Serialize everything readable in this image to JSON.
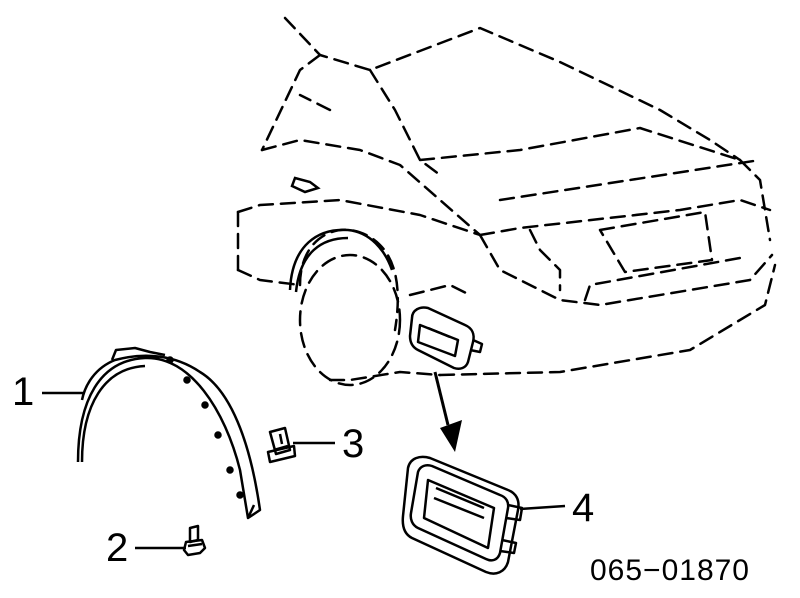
{
  "callouts": {
    "part1": "1",
    "part2": "2",
    "part3": "3",
    "part4": "4"
  },
  "part_number": "065−01870",
  "parts": [
    {
      "id": "1",
      "icon": "wheel-arch-moulding-icon"
    },
    {
      "id": "2",
      "icon": "screw-icon"
    },
    {
      "id": "3",
      "icon": "clip-icon"
    },
    {
      "id": "4",
      "icon": "fuel-door-housing-icon"
    }
  ],
  "colors": {
    "line": "#000000",
    "background": "#ffffff"
  }
}
